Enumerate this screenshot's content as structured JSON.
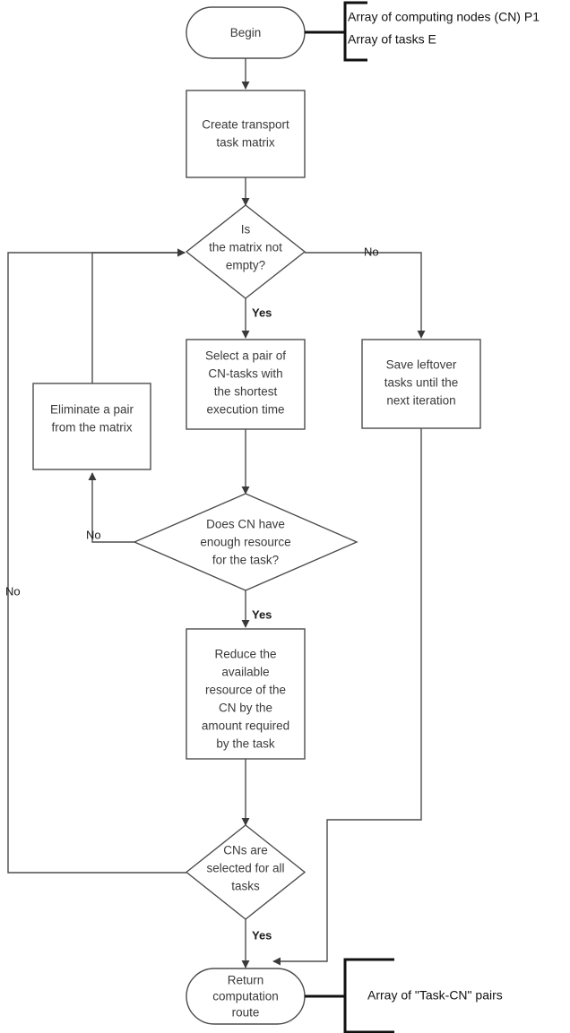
{
  "diagram": {
    "title": "Computing node task distribution algorithm flowchart",
    "type": "flowchart",
    "colors": {
      "shape_stroke": "#4d4d4d",
      "shape_fill": "#ffffff",
      "text": "#3a3a3a",
      "annotation": "#111111",
      "background": "#ffffff"
    }
  },
  "nodes": {
    "begin": {
      "shape": "terminator",
      "line1": "Begin"
    },
    "create_matrix": {
      "shape": "process",
      "line1": "Create transport",
      "line2": "task matrix"
    },
    "matrix_not_empty": {
      "shape": "decision",
      "line1": "Is",
      "line2": "the matrix not",
      "line3": "empty?"
    },
    "select_pair": {
      "shape": "process",
      "line1": "Select a pair of",
      "line2": "CN-tasks with",
      "line3": "the shortest",
      "line4": "execution time"
    },
    "save_leftover": {
      "shape": "process",
      "line1": "Save leftover",
      "line2": "tasks until the",
      "line3": "next iteration"
    },
    "eliminate_pair": {
      "shape": "process",
      "line1": "Eliminate a pair",
      "line2": "from the matrix"
    },
    "enough_resource": {
      "shape": "decision",
      "line1": "Does CN have",
      "line2": "enough resource",
      "line3": "for the task?"
    },
    "reduce_resource": {
      "shape": "process",
      "line1": "Reduce the",
      "line2": "available",
      "line3": "resource of the",
      "line4": "CN by the",
      "line5": "amount required",
      "line6": "by the task"
    },
    "cns_selected": {
      "shape": "decision",
      "line1": "CNs are",
      "line2": "selected for all",
      "line3": "tasks"
    },
    "return_route": {
      "shape": "terminator",
      "line1": "Return",
      "line2": "computation",
      "line3": "route"
    }
  },
  "edge_labels": {
    "matrix_yes": "Yes",
    "matrix_no": "No",
    "resource_yes": "Yes",
    "resource_no": "No",
    "cns_yes": "Yes",
    "cns_no": "No"
  },
  "annotations": {
    "input": {
      "line1": "Array of computing nodes (CN) P1",
      "line2": "Array of tasks E"
    },
    "output": {
      "line1": "Array of \"Task-CN\" pairs"
    }
  }
}
